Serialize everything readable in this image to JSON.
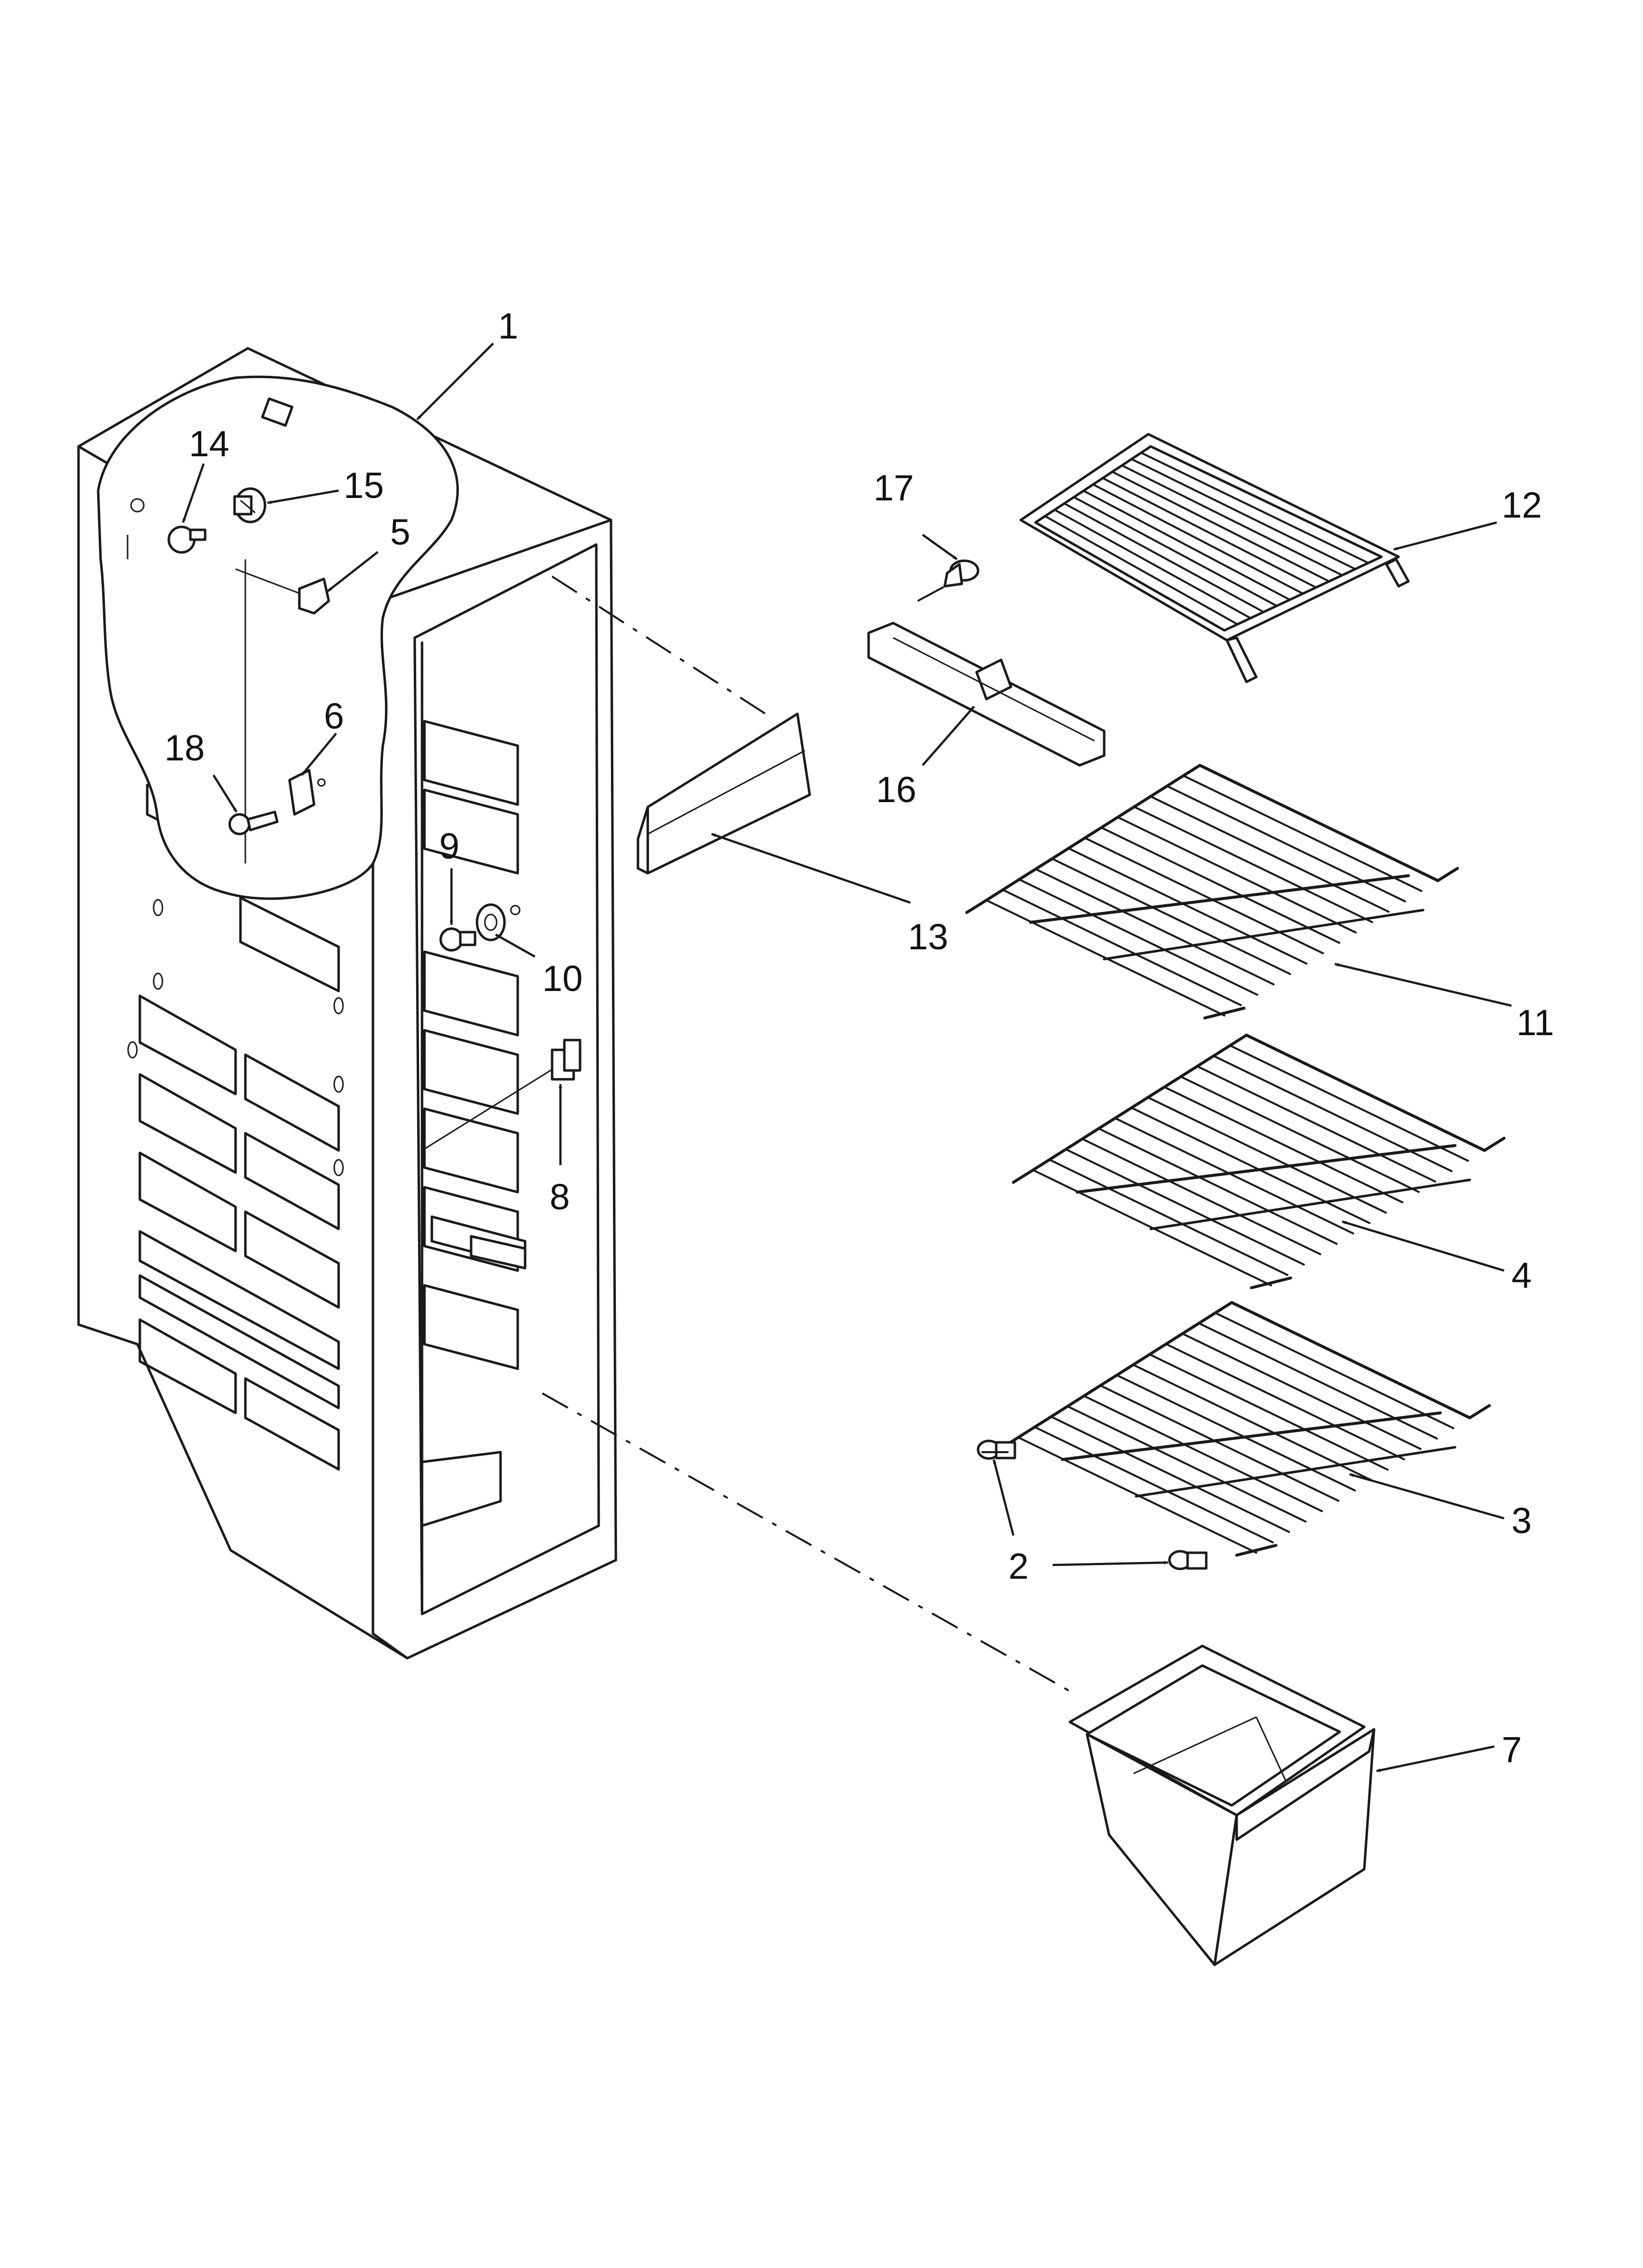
{
  "callouts": [
    {
      "id": "c1",
      "label": "1"
    },
    {
      "id": "c2",
      "label": "2"
    },
    {
      "id": "c3",
      "label": "3"
    },
    {
      "id": "c4",
      "label": "4"
    },
    {
      "id": "c5",
      "label": "5"
    },
    {
      "id": "c6",
      "label": "6"
    },
    {
      "id": "c7",
      "label": "7"
    },
    {
      "id": "c8",
      "label": "8"
    },
    {
      "id": "c9",
      "label": "9"
    },
    {
      "id": "c10",
      "label": "10"
    },
    {
      "id": "c11",
      "label": "11"
    },
    {
      "id": "c12",
      "label": "12"
    },
    {
      "id": "c13",
      "label": "13"
    },
    {
      "id": "c14",
      "label": "14"
    },
    {
      "id": "c15",
      "label": "15"
    },
    {
      "id": "c16",
      "label": "16"
    },
    {
      "id": "c17",
      "label": "17"
    },
    {
      "id": "c18",
      "label": "18"
    }
  ],
  "colors": {
    "line": "#1a1a1a",
    "background": "#ffffff"
  }
}
